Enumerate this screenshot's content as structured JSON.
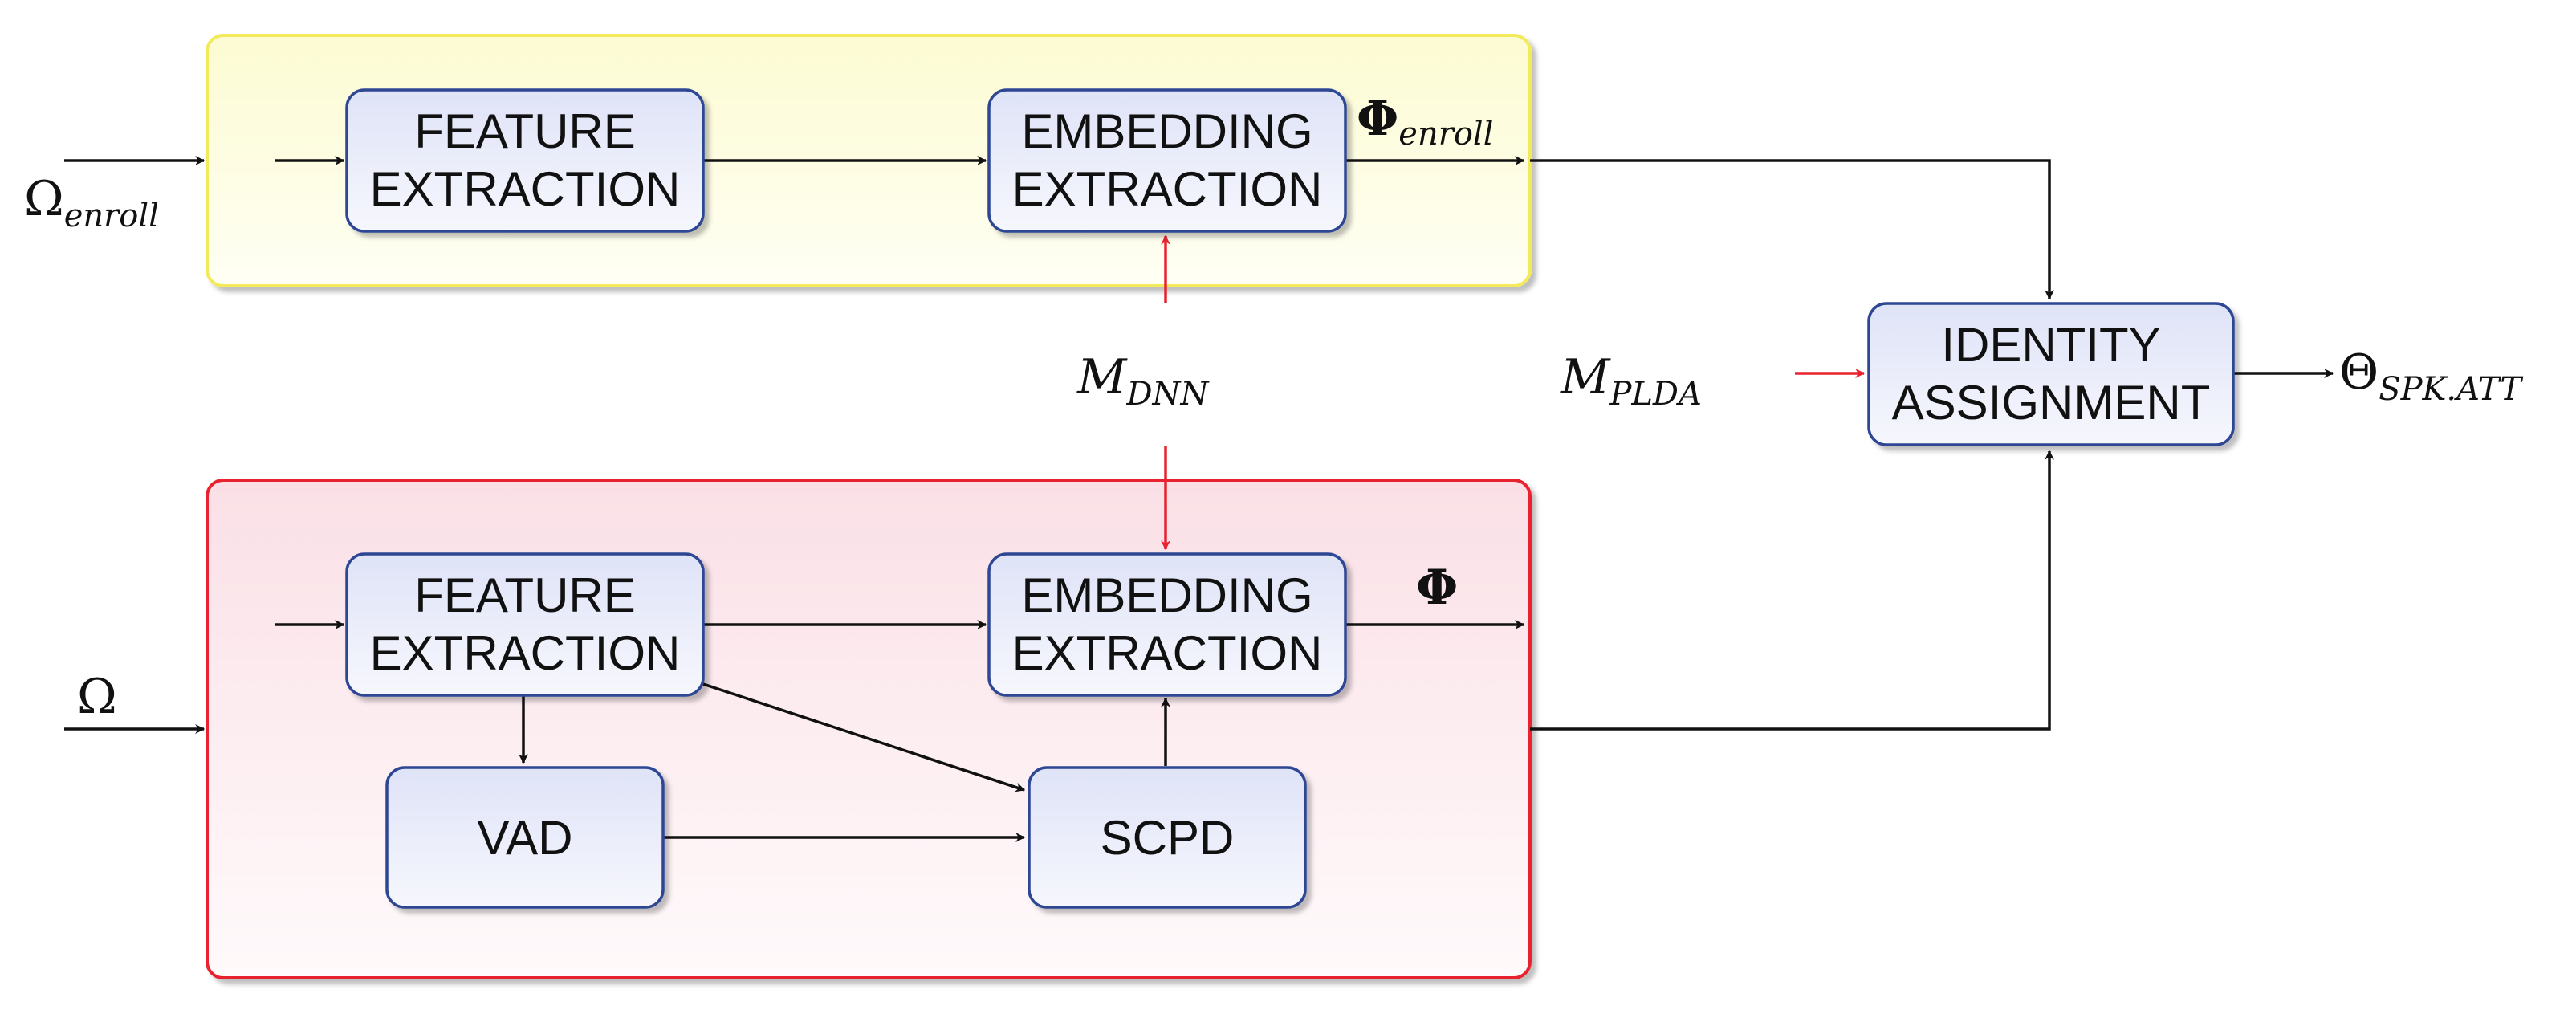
{
  "colors": {
    "enroll_region_fill": "#fdfde6",
    "enroll_region_border": "#f2ea5a",
    "test_region_fill": "#fbe3e8",
    "test_region_border": "#e8232f",
    "block_fill": "#e6e9f8",
    "block_border": "#2f4694",
    "arrow": "#111111",
    "model_arrow": "#e8232f"
  },
  "blocks": {
    "enroll_feature": [
      "FEATURE",
      "EXTRACTION"
    ],
    "enroll_embedding": [
      "EMBEDDING",
      "EXTRACTION"
    ],
    "test_feature": [
      "FEATURE",
      "EXTRACTION"
    ],
    "test_embedding": [
      "EMBEDDING",
      "EXTRACTION"
    ],
    "vad": "VAD",
    "scpd": "SCPD",
    "identity": [
      "IDENTITY",
      "ASSIGNMENT"
    ]
  },
  "symbols": {
    "omega_enroll": {
      "base": "Ω",
      "sub": "enroll"
    },
    "omega": {
      "base": "Ω"
    },
    "phi_enroll": {
      "base": "Φ",
      "sub": "enroll"
    },
    "phi": {
      "base": "Φ"
    },
    "model_dnn": {
      "base": "M",
      "sub": "DNN"
    },
    "model_plda": {
      "base": "M",
      "sub": "PLDA"
    },
    "theta": {
      "base": "Θ",
      "sub": "SPK.ATT"
    }
  }
}
